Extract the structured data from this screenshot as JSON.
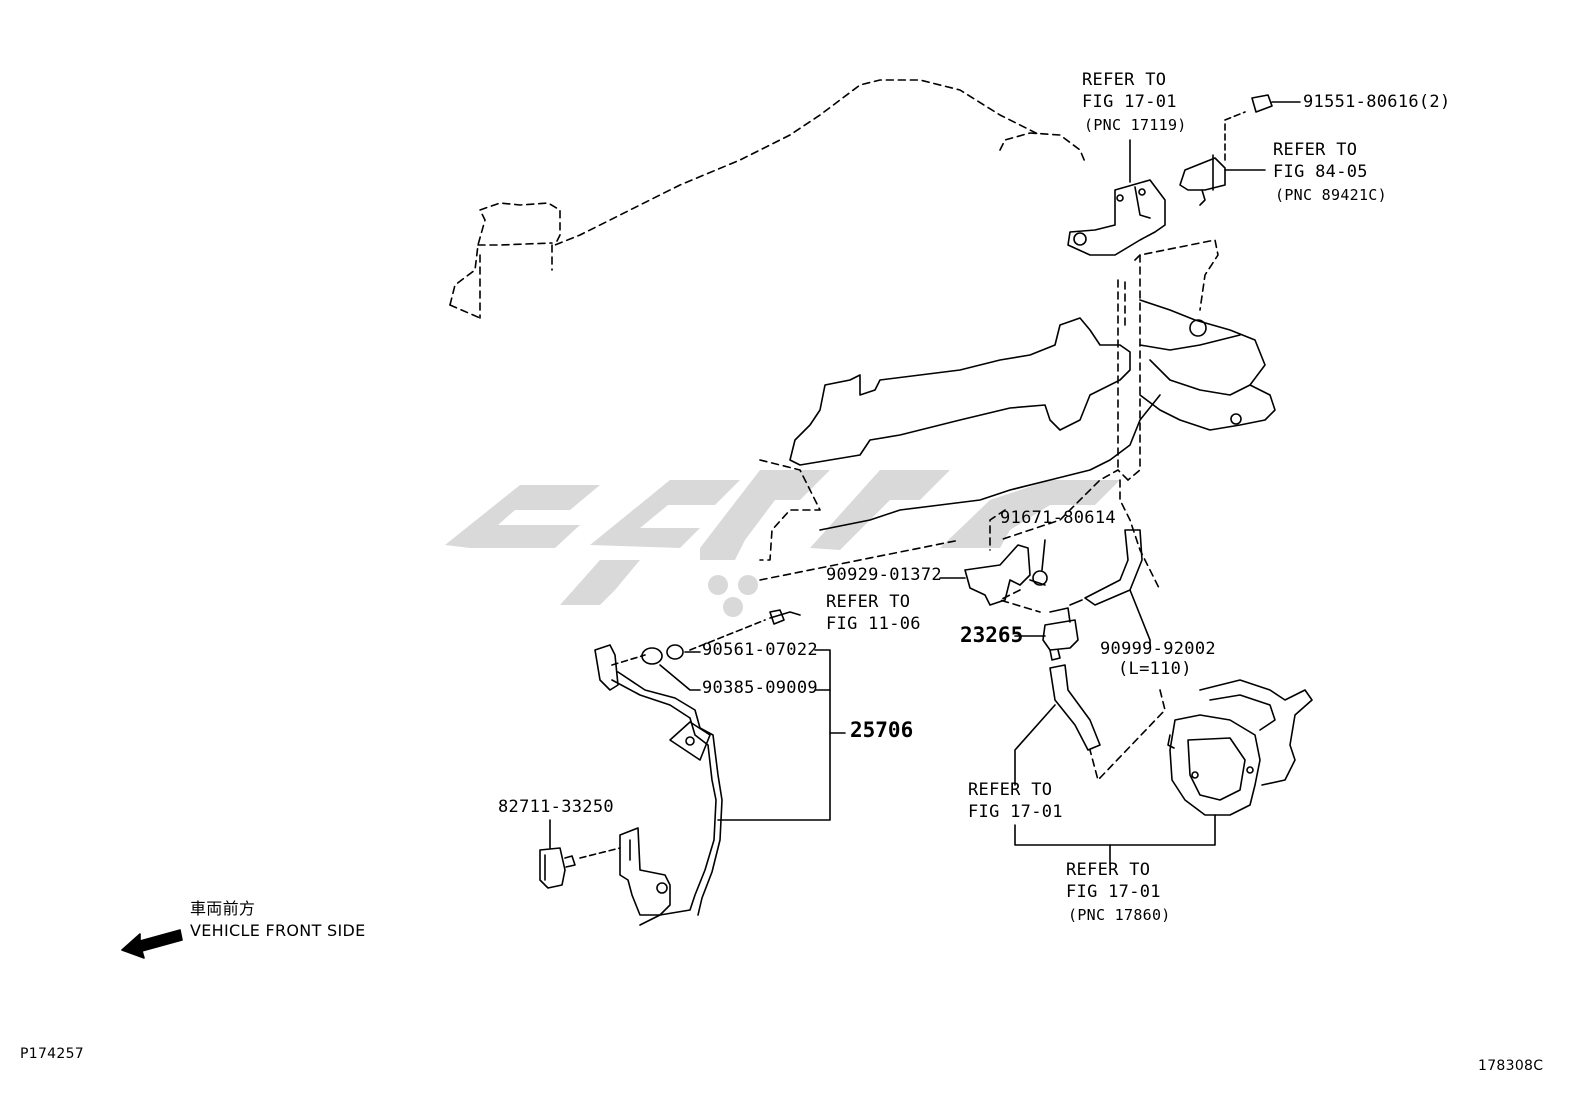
{
  "diagram": {
    "references": {
      "ref_17119": {
        "line1": "REFER TO",
        "line2": "FIG 17-01",
        "line3": "(PNC 17119)"
      },
      "ref_89421c": {
        "line1": "REFER TO",
        "line2": "FIG 84-05",
        "line3": "(PNC 89421C)"
      },
      "ref_11_06": {
        "line1": "REFER TO",
        "line2": "FIG 11-06"
      },
      "ref_17_01": {
        "line1": "REFER TO",
        "line2": "FIG 17-01"
      },
      "ref_17860": {
        "line1": "REFER TO",
        "line2": "FIG 17-01",
        "line3": "(PNC 17860)"
      }
    },
    "parts": {
      "p_91551": "91551-80616(2)",
      "p_91671": "91671-80614",
      "p_90929": "90929-01372",
      "p_23265": "23265",
      "p_90999": "90999-92002",
      "p_90999_len": "(L=110)",
      "p_90561": "90561-07022",
      "p_90385": "90385-09009",
      "p_25706": "25706",
      "p_82711": "82711-33250"
    },
    "direction": {
      "jp": "車両前方",
      "en": "VEHICLE FRONT SIDE"
    },
    "footer": {
      "left_code": "P174257",
      "right_code": "178308C"
    },
    "watermark_color": "#d9d9d9"
  }
}
